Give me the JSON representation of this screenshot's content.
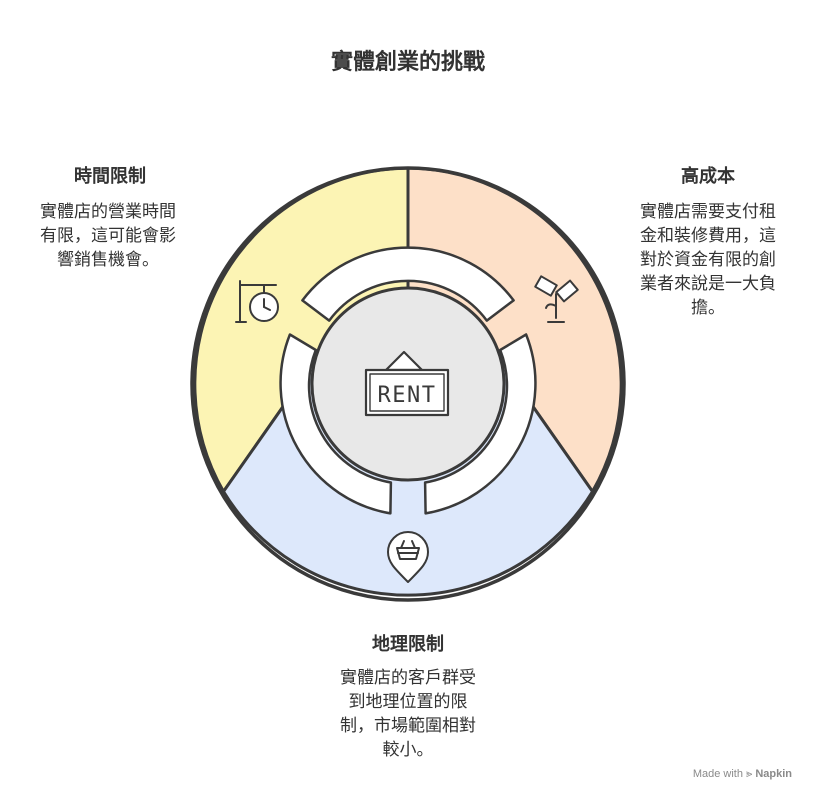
{
  "title": "實體創業的挑戰",
  "segments": {
    "time": {
      "title": "時間限制",
      "desc_lines": [
        "實體店的營業時間",
        "有限，這可能會影",
        "響銷售機會。"
      ],
      "color": "#fcf4b4",
      "icon": "clock-sign-icon"
    },
    "cost": {
      "title": "高成本",
      "desc_lines": [
        "實體店需要支付租",
        "金和裝修費用，這",
        "對於資金有限的創",
        "業者來說是一大負",
        "擔。"
      ],
      "color": "#fde0c8",
      "icon": "money-plant-icon"
    },
    "location": {
      "title": "地理限制",
      "desc_lines": [
        "實體店的客戶群受",
        "到地理位置的限",
        "制，市場範圍相對",
        "較小。"
      ],
      "color": "#dde8fb",
      "icon": "basket-pin-icon"
    }
  },
  "center": {
    "sign_text": "RENT",
    "color": "#e8e8e8",
    "icon": "rent-sign-icon"
  },
  "footer": {
    "prefix": "Made with",
    "brand": "Napkin"
  }
}
